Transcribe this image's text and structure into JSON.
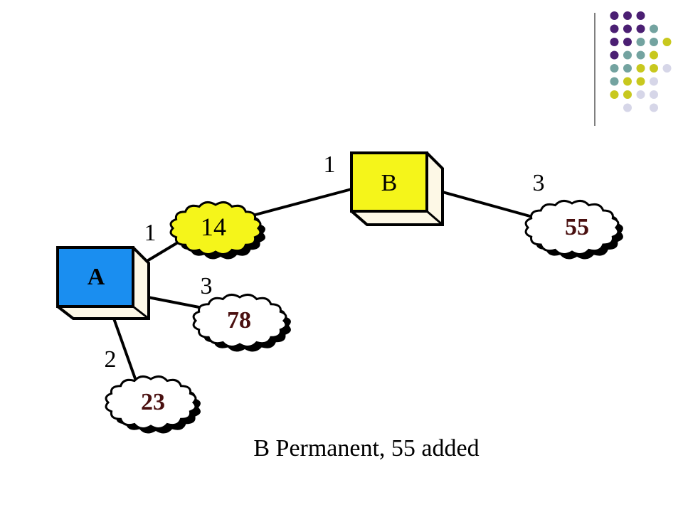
{
  "decoration": {
    "dot_colors": {
      "purple": "#4b1f73",
      "teal": "#73a3a0",
      "olive": "#c8c81e",
      "lavender": "#d6d6e8"
    },
    "dot_rows": [
      [
        "",
        "purple",
        "purple",
        "purple",
        ""
      ],
      [
        "",
        "purple",
        "purple",
        "purple",
        "teal"
      ],
      [
        "",
        "purple",
        "purple",
        "teal",
        "teal",
        "olive"
      ],
      [
        "",
        "purple",
        "teal",
        "teal",
        "olive",
        ""
      ],
      [
        "",
        "teal",
        "teal",
        "olive",
        "olive",
        "lavender"
      ],
      [
        "",
        "teal",
        "olive",
        "olive",
        "lavender",
        ""
      ],
      [
        "",
        "olive",
        "olive",
        "lavender",
        "lavender",
        ""
      ],
      [
        "",
        "",
        "lavender",
        "",
        "lavender",
        ""
      ]
    ]
  },
  "diagram": {
    "routers": {
      "a": {
        "label": "A",
        "color": "#1a8ef0"
      },
      "b": {
        "label": "B",
        "color": "#f5f51a"
      }
    },
    "networks": {
      "n14": {
        "label": "14",
        "fill": "#f5f51a",
        "bold": false
      },
      "n55": {
        "label": "55",
        "fill": "#ffffff",
        "bold": true
      },
      "n78": {
        "label": "78",
        "fill": "#ffffff",
        "bold": true
      },
      "n23": {
        "label": "23",
        "fill": "#ffffff",
        "bold": true
      }
    },
    "link_costs": {
      "b_to_14": "1",
      "b_to_55": "3",
      "a_to_14": "1",
      "a_to_78": "3",
      "a_to_23": "2"
    },
    "colors": {
      "bold_label": "#4a1010",
      "box_side": "#fdf8e6"
    }
  },
  "caption": "B Permanent, 55 added"
}
